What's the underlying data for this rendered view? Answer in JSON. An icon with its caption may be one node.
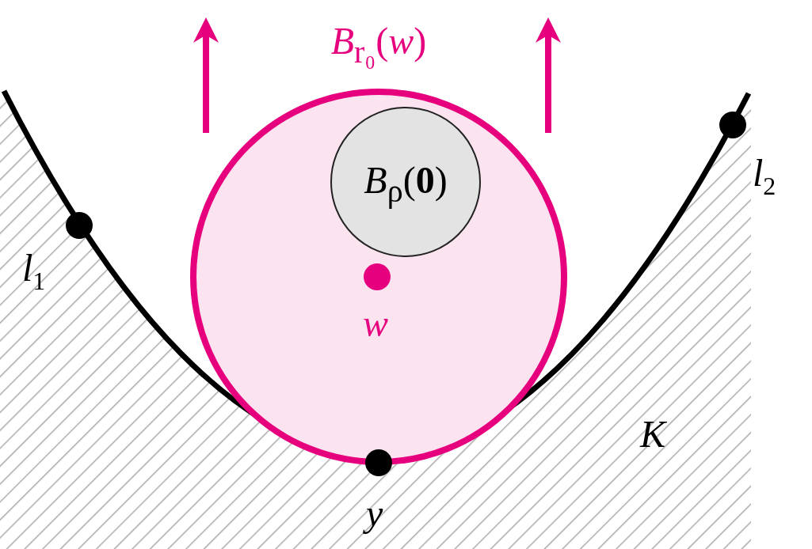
{
  "diagram": {
    "nodes": [
      {
        "text": [
          "*B*$_{r₀}$(*w*)"
        ]
      },
      {
        "text": [
          "*B*$_{ρ}$(**0**)"
        ],
        "in": 0
      }
    ],
    "edges": [],
    "labels": [
      "l$_{1}$",
      "w",
      "l$_{2}$",
      "y",
      "K"
    ]
  }
}
